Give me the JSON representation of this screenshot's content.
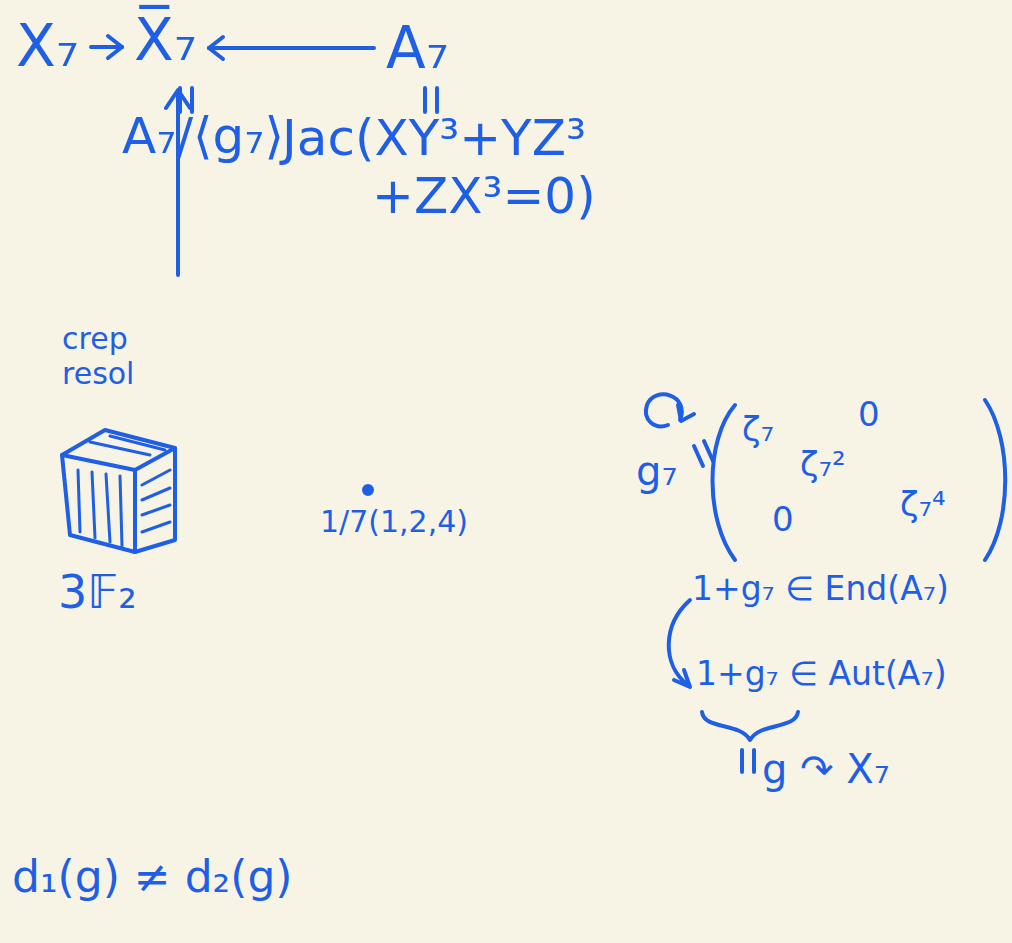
{
  "diagram": {
    "nodes": [
      {
        "text": [
          "X₇"
        ]
      },
      {
        "text": [
          "X̅₇"
        ]
      },
      {
        "text": [
          "A₇"
        ]
      }
    ],
    "edges": [
      {
        "from": 0,
        "to": 1,
        "arrow": "to"
      },
      {
        "from": 2,
        "to": 1,
        "arrow": "to"
      }
    ],
    "labels": [
      "A₇/⟨g₇⟩",
      "Jac(XY³+YZ³ +ZX³=0)",
      "crep resol",
      "3𝔽₂",
      "1/7(1,2,4)",
      "g₇",
      "ζ₇",
      "0",
      "ζ₇²",
      "0",
      "ζ₇⁴",
      "1+g₇ ∈ End(A₇)",
      "1+g₇ ∈ Aut(A₇)",
      "g ↷ X₇",
      "d₁(g) ≠ d₂(g)"
    ]
  }
}
